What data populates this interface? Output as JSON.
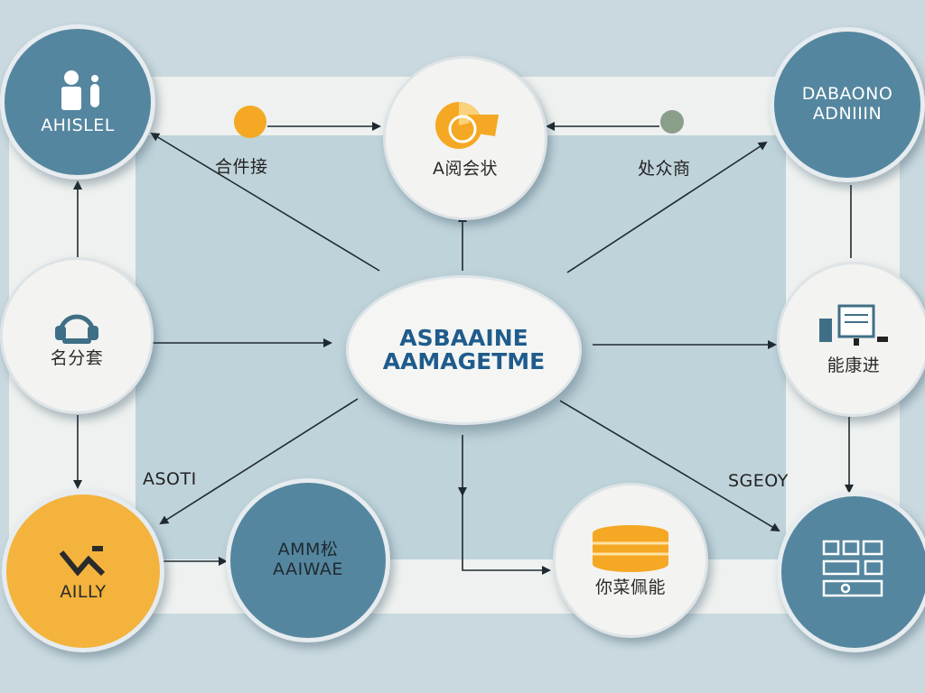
{
  "hub": {
    "line1": "ASBAAINE",
    "line2": "AAMAGETME"
  },
  "nodes": {
    "top_left": {
      "label": "AHISLEL"
    },
    "top_center": {
      "label": "A阅会状"
    },
    "top_right": {
      "line1": "DABAONO",
      "line2": "ADNIIIN"
    },
    "mid_left": {
      "label": "名分套"
    },
    "mid_right": {
      "label": "能康进"
    },
    "bottom_left": {
      "label": "AILLY"
    },
    "bottom_center_left": {
      "line1": "AMM松",
      "line2": "AAIWAE"
    },
    "bottom_center_right": {
      "label": "你菜佩能"
    },
    "bottom_right": {}
  },
  "floating_labels": {
    "upper_left": "合件接",
    "upper_right": "处众商",
    "lower_left": "ASOTI",
    "lower_right": "SGEOY"
  },
  "colors": {
    "background": "#c9d9df",
    "band": "#eef1ef",
    "node_blue": "#55869f",
    "node_white": "#f3f3f1",
    "node_yellow": "#f3b33d",
    "hub_text": "#1f5c8c",
    "accent_yellow": "#f5a824",
    "accent_green": "#8a9f8a"
  },
  "icons": {
    "top_left": "people-icon",
    "top_center": "pie-segments-icon",
    "mid_left": "headset-icon",
    "mid_right": "computer-monitor-icon",
    "bottom_left": "trend-arrow-icon",
    "bottom_center_right": "coin-stack-icon",
    "bottom_right": "floor-plan-icon"
  }
}
